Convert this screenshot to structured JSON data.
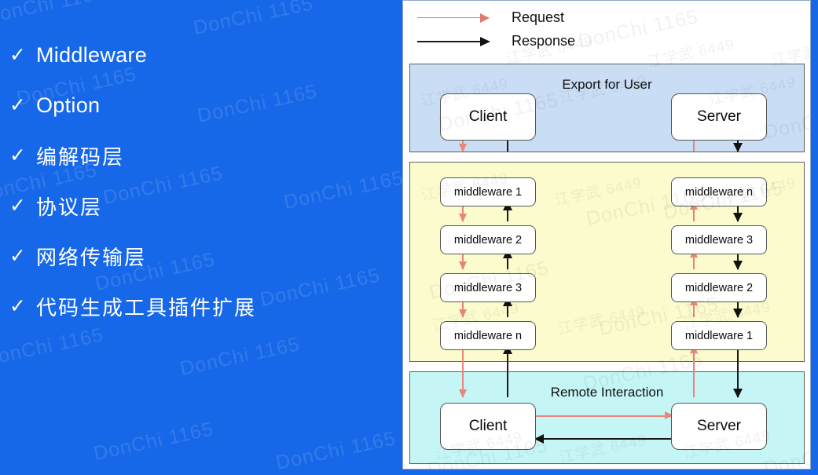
{
  "slide": {
    "background_color": "#1768e8",
    "bullet_marker": "✓",
    "bullets": [
      {
        "label": "Middleware",
        "cjk": false
      },
      {
        "label": "Option",
        "cjk": false
      },
      {
        "label": "编解码层",
        "cjk": true
      },
      {
        "label": "协议层",
        "cjk": true
      },
      {
        "label": "网络传输层",
        "cjk": true
      },
      {
        "label": "代码生成工具插件扩展",
        "cjk": true
      }
    ]
  },
  "watermarks": {
    "primary": "DonChi 1165",
    "secondary": "江学武 6449"
  },
  "diagram": {
    "legend": {
      "request_label": "Request",
      "request_color": "#e2796e",
      "response_label": "Response",
      "response_color": "#111111"
    },
    "bands": [
      {
        "id": "export",
        "title": "Export for User",
        "color": "#c9ddf5",
        "nodes": [
          "Client",
          "Server"
        ]
      },
      {
        "id": "middleware",
        "title": "",
        "color": "#fbfbcd",
        "left_column": [
          "middleware 1",
          "middleware 2",
          "middleware 3",
          "middleware n"
        ],
        "right_column": [
          "middleware n",
          "middleware 3",
          "middleware 2",
          "middleware 1"
        ]
      },
      {
        "id": "remote",
        "title": "Remote Interaction",
        "color": "#c6f5f5",
        "nodes": [
          "Client",
          "Server"
        ]
      }
    ],
    "nodes": {
      "export_client": "Client",
      "export_server": "Server",
      "remote_client": "Client",
      "remote_server": "Server",
      "mw_left_1": "middleware 1",
      "mw_left_2": "middleware 2",
      "mw_left_3": "middleware 3",
      "mw_left_4": "middleware n",
      "mw_right_1": "middleware n",
      "mw_right_2": "middleware 3",
      "mw_right_3": "middleware 2",
      "mw_right_4": "middleware 1"
    }
  }
}
